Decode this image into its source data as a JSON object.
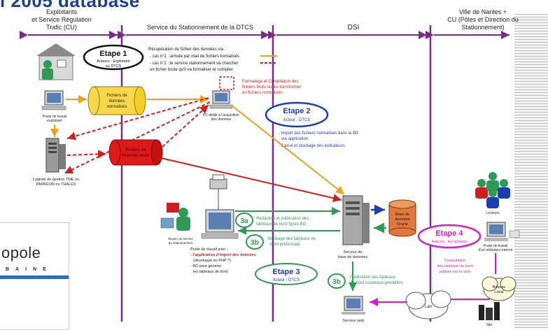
{
  "title_fragment": "l 2005 database",
  "columns": {
    "col1": "Exploitants et Service Régulation Trafic (CU)",
    "col2": "Service du Stationnement de la DTCS",
    "col3": "DSI",
    "col4": "Ville de Nantes + CU (Pôles et Direction du Stationnement)"
  },
  "steps": {
    "etape1": {
      "title": "Etape 1",
      "sub": "Acteurs : Exploitant ou DTCS"
    },
    "etape2": {
      "title": "Etape 2",
      "sub": "Acteur : DTCS"
    },
    "etape3": {
      "title": "Etape 3",
      "sub": "Acteur : DTCS"
    },
    "etape4": {
      "title": "Etape 4",
      "sub": "Acteurs : les lecteurs"
    }
  },
  "notes": {
    "recup_title": "Récupération du fichier des données via :",
    "recup_1": "- cas n°1 : arrivée par mail de fichiers formalisés",
    "recup_2": "- cas n°2 : le service stationnement va chercher",
    "recup_3": "un fichier brute qu'il va formaliser et compiler",
    "format_1": "Formatage et Compilation des",
    "format_2": "fichiers bruts ou les transformer",
    "format_3": "en fichiers normalisés",
    "import_1": "- Import des fichiers normalisés dans la BD",
    "import_2": "via application",
    "import_3": "- Calcul et stockage des indicateurs",
    "step3a_1": "Rédaction et publication des",
    "step3a_2": "tableaux de bord types BO",
    "step3b_1": "Stockage des tableaux de",
    "step3b_2": "bord préformaté",
    "step3b2_1": "Publication des tableaux",
    "step3b2_2": "de bord nouveaux prédéfinis",
    "consult_1": "Consultation",
    "consult_2": "des tableaux de bord",
    "consult_3": "publiés sur le web"
  },
  "nodes": {
    "poste_exploitant": "Poste de travail exploitant",
    "fichiers_normalises": "Fichiers de données normalisés",
    "pc_dedie": "PC dédié à l'acquisition des données",
    "logiciel_1": "Logiciel de gestion TME ou",
    "logiciel_2": "PARKEON ou THALES",
    "fichiers_bruts": "Fichiers de données bruts",
    "serveur_bd_1": "Serveur de",
    "serveur_bd_2": "base de données",
    "base_donnees": "Base de données Oracle",
    "poste_dtcs_1": "Poste de travail avec :",
    "poste_dtcs_2": "- l'application d'import des données",
    "poste_dtcs_3": "(développé en PHP ?)",
    "poste_dtcs_4": "- BO pour générer",
    "poste_dtcs_5": "les tableaux de bord",
    "moyen_service": "Moyen du service du stationnement",
    "serveur_web": "Serveur web",
    "lan": "Lan",
    "reseau_local": "Réseau Local",
    "site": "Site",
    "poste_lecteur_1": "Poste de travail",
    "poste_lecteur_2": "d'un utilisateur interne",
    "lecteurs": "Lecteurs",
    "label_3a": "3a",
    "label_3b": "3b",
    "label_3b2": "3b"
  },
  "logo": {
    "main": "opole",
    "sub": "BAINE"
  },
  "colors": {
    "purple": "#7b2a8b",
    "red": "#cc1f1f",
    "orange": "#f0a020",
    "blue": "#1a3fb0",
    "green": "#2f9a55",
    "magenta": "#d020c8",
    "title": "#1a3f8c"
  }
}
